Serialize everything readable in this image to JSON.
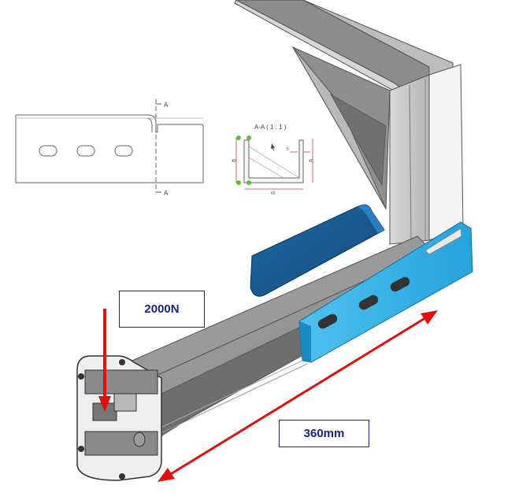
{
  "force_label": "2000N",
  "length_label": "360mm",
  "section_view": {
    "title": "A-A ( 1 : 1 )",
    "bottom_dim": "60",
    "left_dim": "40",
    "right_dim": "40",
    "thickness_dim": "5"
  },
  "side_view": {
    "cut_label_top": "A",
    "cut_label_bottom": "A"
  },
  "colors": {
    "arrow": "#e01010",
    "label_text": "#1a237e",
    "plate": "#2aa8e0",
    "support_block": "#1f5f96",
    "frame_grey": "#c8c8c8"
  }
}
